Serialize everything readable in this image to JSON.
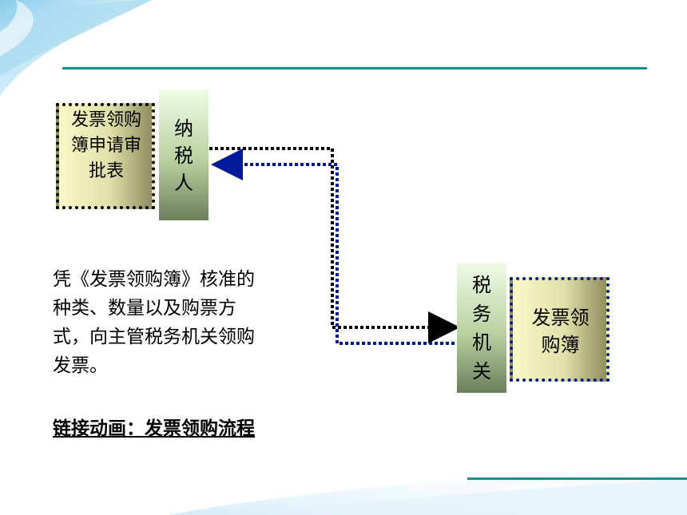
{
  "colors": {
    "accent_line": "#1a8c8c",
    "label_box_fill_top": "#fafac8",
    "label_box_fill_bottom": "#a0a070",
    "entity_box_fill_top": "#f0fbe6",
    "entity_box_fill_bottom": "#6b7f5c",
    "black_arrow": "#000000",
    "blue_arrow": "#001a99"
  },
  "diagram": {
    "application_form": "发票领购簿申请审批表",
    "taxpayer": "纳税人",
    "tax_authority": "税务机关",
    "invoice_book": "发票领购簿"
  },
  "description": "凭《发票领购簿》核准的种类、数量以及购票方式，向主管税务机关领购发票。",
  "link_text": "链接动画：发票领购流程"
}
